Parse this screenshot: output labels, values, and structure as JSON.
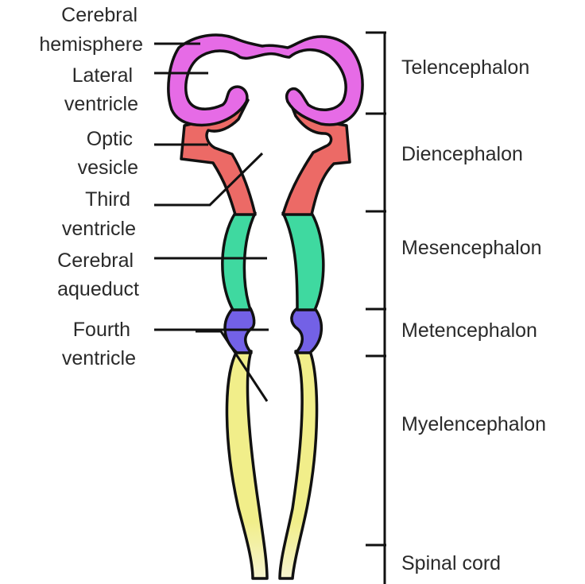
{
  "left_labels": [
    {
      "id": "cerebral-hemisphere",
      "lines": [
        "Cerebral",
        "hemisphere"
      ]
    },
    {
      "id": "lateral-ventricle",
      "lines": [
        "Lateral",
        "ventricle"
      ]
    },
    {
      "id": "optic-vesicle",
      "lines": [
        "Optic",
        "vesicle"
      ]
    },
    {
      "id": "third-ventricle",
      "lines": [
        "Third",
        "ventricle"
      ]
    },
    {
      "id": "cerebral-aqueduct",
      "lines": [
        "Cerebral",
        "aqueduct"
      ]
    },
    {
      "id": "fourth-ventricle",
      "lines": [
        "Fourth",
        "ventricle"
      ]
    }
  ],
  "right_labels": [
    {
      "id": "telencephalon",
      "text": "Telencephalon"
    },
    {
      "id": "diencephalon",
      "text": "Diencephalon"
    },
    {
      "id": "mesencephalon",
      "text": "Mesencephalon"
    },
    {
      "id": "metencephalon",
      "text": "Metencephalon"
    },
    {
      "id": "myelencephalon",
      "text": "Myelencephalon"
    },
    {
      "id": "spinal-cord",
      "text": "Spinal cord"
    }
  ],
  "colors": {
    "telencephalon": "#e66be6",
    "diencephalon": "#ec6a66",
    "mesencephalon": "#3fd9a0",
    "metencephalon": "#7361e6",
    "spinal": "#f1ee8a",
    "spinal_tip": "#f6f4cf",
    "outline": "#111111"
  }
}
